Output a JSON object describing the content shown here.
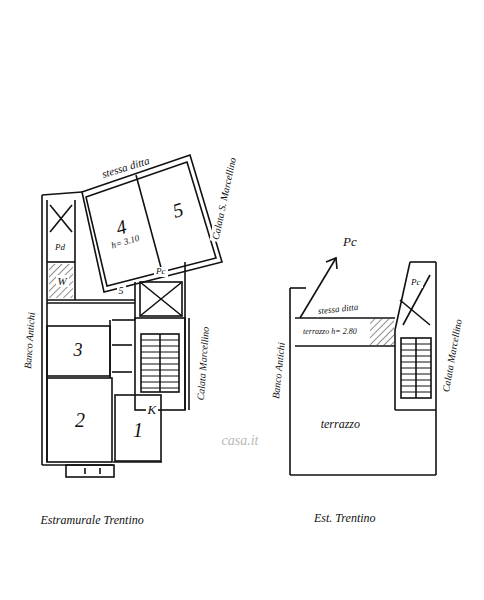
{
  "diagram": {
    "nodes": [
      {
        "text": [
          "4",
          "h= 3.10"
        ]
      },
      {
        "text": [
          "5"
        ]
      },
      {
        "text": [
          "3"
        ]
      },
      {
        "text": [
          "2"
        ]
      },
      {
        "text": [
          "1"
        ]
      },
      {
        "text": [
          "terrazzo"
        ]
      }
    ],
    "labels": [
      "stessa ditta",
      "Calata S. Marcellino",
      "Pd",
      "W",
      "5",
      "Pc",
      "K",
      "Banco Antichi",
      "Calata Marcellino",
      "Estramurale Trentino",
      "Pc",
      "stessa ditta",
      "terrazzo h= 2.80",
      "Pc",
      "Banco Antichi",
      "Calata Marcellino",
      "Est. Trentino",
      "casa.it"
    ]
  }
}
